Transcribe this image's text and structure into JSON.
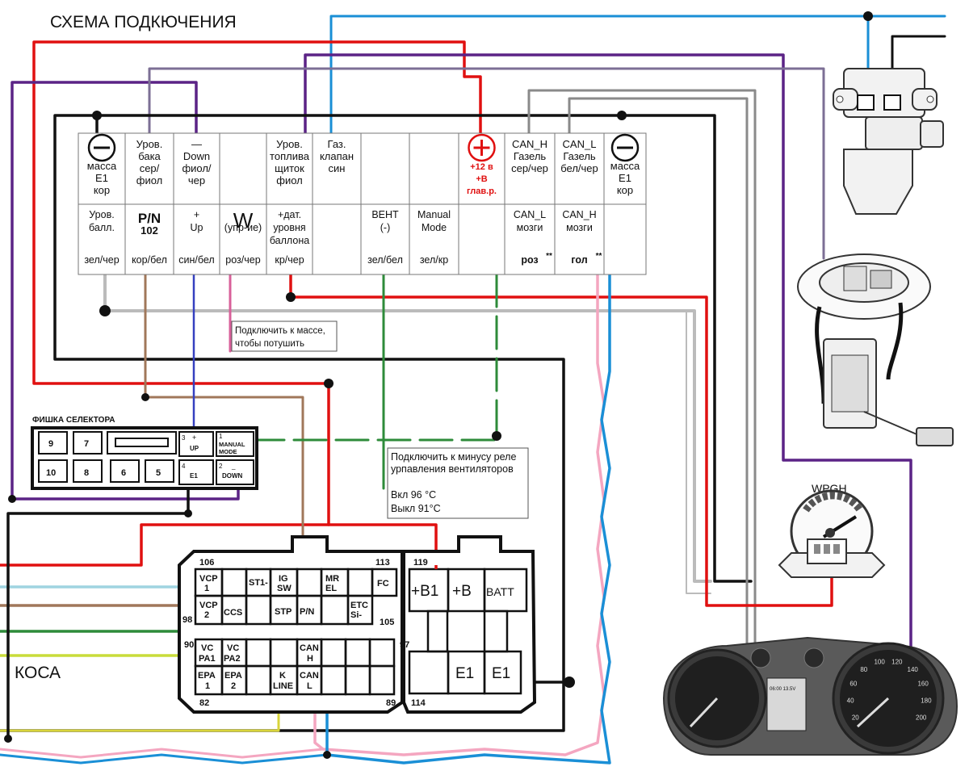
{
  "title": "СХЕМА ПОДКЮЧЕНИЯ",
  "harness_label": "КОСА",
  "selector_label": "ФИШКА СЕЛЕКТОРА",
  "wpgh_label": "WPGH",
  "top_row": [
    {
      "symbol": "minus",
      "lines": [
        "масса",
        "E1",
        "кор"
      ]
    },
    {
      "lines": [
        "Уров.",
        "бака",
        "сер/",
        "фиол"
      ]
    },
    {
      "lines": [
        "—",
        "Down",
        "фиол/",
        "чер"
      ]
    },
    {
      "lines": []
    },
    {
      "lines": [
        "Уров.",
        "топлива",
        "щиток",
        "фиол"
      ]
    },
    {
      "lines": [
        "Газ.",
        "клапан",
        "син"
      ]
    },
    {
      "lines": []
    },
    {
      "lines": []
    },
    {
      "symbol": "plus",
      "red": true,
      "lines": [
        "+12 в",
        "+В",
        "глав.р."
      ]
    },
    {
      "lines": [
        "CAN_H",
        "Газель",
        "сер/чер"
      ]
    },
    {
      "lines": [
        "CAN_L",
        "Газель",
        "бел/чер"
      ]
    },
    {
      "symbol": "minus",
      "lines": [
        "масса",
        "E1",
        "кор"
      ]
    }
  ],
  "bottom_row": [
    {
      "lines": [
        "Уров.",
        "балл.",
        "зел/чер"
      ]
    },
    {
      "lines": [
        "P/N",
        "102",
        "кор/бел"
      ]
    },
    {
      "lines": [
        "+",
        "Up",
        "син/бел"
      ]
    },
    {
      "lines": [
        "W",
        "(упр-ие)",
        "роз/чер"
      ]
    },
    {
      "lines": [
        "+дат.",
        "уровня",
        "баллона",
        "кр/чер"
      ]
    },
    {
      "lines": []
    },
    {
      "lines": [
        "ВЕНТ",
        "(-)",
        "зел/бел"
      ]
    },
    {
      "lines": [
        "Manual",
        "Mode",
        "зел/кр"
      ]
    },
    {
      "lines": []
    },
    {
      "lines": [
        "CAN_L",
        "мозги",
        "роз",
        "**"
      ]
    },
    {
      "lines": [
        "CAN_H",
        "мозги",
        "гол",
        "**"
      ]
    }
  ],
  "notes": {
    "ground_note": [
      "Подключить к массе,",
      "чтобы потушить"
    ],
    "fan_note": [
      "Подключить к минусу реле",
      "урпавления вентиляторов",
      "Вкл 96 °С",
      "Выкл 91°С"
    ]
  },
  "selector": {
    "cells": [
      "9",
      "7",
      "10",
      "8",
      "6",
      "5"
    ],
    "up": [
      "3",
      "+",
      "UP"
    ],
    "manual": [
      "1",
      "MANUAL",
      "MODE"
    ],
    "e1": [
      "4",
      "E1"
    ],
    "down": [
      "2",
      "_",
      "DOWN"
    ]
  },
  "ecu": {
    "pin_numbers": [
      "106",
      "113",
      "119",
      "98",
      "105",
      "90",
      "97",
      "82",
      "89",
      "114"
    ],
    "pins": {
      "vcp1": [
        "VCP",
        "1"
      ],
      "st1": "ST1-",
      "igsw": [
        "IG",
        "SW"
      ],
      "mrel": [
        "MR",
        "EL"
      ],
      "fc": "FC",
      "vcp2": [
        "VCP",
        "2"
      ],
      "ccs": "CCS",
      "stp": "STP",
      "pn": "P/N",
      "etcsi": [
        "ETC",
        "Si-"
      ],
      "vcpa1": [
        "VC",
        "PA1"
      ],
      "vcpa2": [
        "VC",
        "PA2"
      ],
      "canh": [
        "CAN",
        "H"
      ],
      "epa1": [
        "EPA",
        "1"
      ],
      "epa2": [
        "EPA",
        "2"
      ],
      "kline": [
        "K",
        "LINE"
      ],
      "canl": [
        "CAN",
        "L"
      ],
      "b1": "+B1",
      "b": "+B",
      "batt": "BATT",
      "e1a": "E1",
      "e1b": "E1"
    }
  },
  "cluster": {
    "speed_ticks": [
      "20",
      "40",
      "60",
      "80",
      "100",
      "120",
      "140",
      "160",
      "180",
      "200"
    ],
    "display_line": "06:00 13.5V"
  },
  "colors": {
    "red": "#e01010",
    "blue": "#1a8fd6",
    "purple": "#5b2386",
    "black": "#111111",
    "brown": "#a0775a",
    "green": "#2e8b3a",
    "pink": "#f4a6c0",
    "lightblue": "#9fd4e0",
    "yellow": "#d8d43a",
    "gray": "#8a8a8a"
  }
}
